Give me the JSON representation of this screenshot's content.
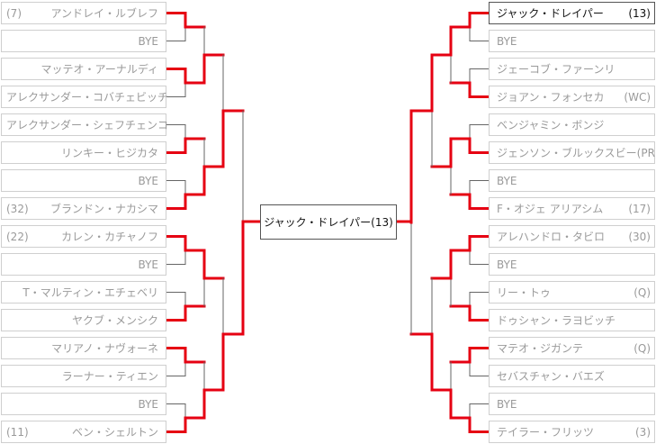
{
  "colors": {
    "winner_line": "#e60012",
    "line": "#666666"
  },
  "final": {
    "label": "ジャック・ドレイパー(13)"
  },
  "left": {
    "players": [
      {
        "seed": "(7)",
        "name": "アンドレイ・ルブレフ"
      },
      {
        "seed": "",
        "name": "BYE"
      },
      {
        "seed": "",
        "name": "マッテオ・アーナルディ"
      },
      {
        "seed": "",
        "name": "アレクサンダー・コバチェビッチ"
      },
      {
        "seed": "",
        "name": "アレクサンダー・シェフチェンコ"
      },
      {
        "seed": "",
        "name": "リンキー・ヒジカタ"
      },
      {
        "seed": "",
        "name": "BYE"
      },
      {
        "seed": "(32)",
        "name": "ブランドン・ナカシマ"
      },
      {
        "seed": "(22)",
        "name": "カレン・カチャノフ"
      },
      {
        "seed": "",
        "name": "BYE"
      },
      {
        "seed": "",
        "name": "T・マルティン・エチェベリ"
      },
      {
        "seed": "",
        "name": "ヤクブ・メンシク"
      },
      {
        "seed": "",
        "name": "マリアノ・ナヴォーネ"
      },
      {
        "seed": "",
        "name": "ラーナー・ティエン"
      },
      {
        "seed": "",
        "name": "BYE"
      },
      {
        "seed": "(11)",
        "name": "ベン・シェルトン"
      }
    ],
    "winners": [
      [
        0,
        2,
        5,
        7,
        8,
        11,
        12,
        15
      ],
      [
        2,
        7,
        8,
        15
      ],
      [
        7,
        15
      ],
      [
        15
      ]
    ]
  },
  "right": {
    "players": [
      {
        "seed": "(13)",
        "name": "ジャック・ドレイパー"
      },
      {
        "seed": "",
        "name": "BYE"
      },
      {
        "seed": "",
        "name": "ジェーコブ・ファーンリ"
      },
      {
        "seed": "(WC)",
        "name": "ジョアン・フォンセカ"
      },
      {
        "seed": "",
        "name": "ベンジャミン・ボンジ"
      },
      {
        "seed": "(PR)",
        "name": "ジェンソン・ブルックスビー"
      },
      {
        "seed": "",
        "name": "BYE"
      },
      {
        "seed": "(17)",
        "name": "F・オジェ アリアシム"
      },
      {
        "seed": "(30)",
        "name": "アレハンドロ・タビロ"
      },
      {
        "seed": "",
        "name": "BYE"
      },
      {
        "seed": "(Q)",
        "name": "リー・トゥ"
      },
      {
        "seed": "",
        "name": "ドゥシャン・ラヨビッチ"
      },
      {
        "seed": "(Q)",
        "name": "マテオ・ジガンテ"
      },
      {
        "seed": "",
        "name": "セバスチャン・バエズ"
      },
      {
        "seed": "",
        "name": "BYE"
      },
      {
        "seed": "(3)",
        "name": "テイラー・フリッツ"
      }
    ],
    "winners": [
      [
        0,
        3,
        5,
        7,
        8,
        11,
        12,
        15
      ],
      [
        0,
        5,
        8,
        15
      ],
      [
        0,
        15
      ],
      [
        0
      ]
    ],
    "highlight": 0
  }
}
